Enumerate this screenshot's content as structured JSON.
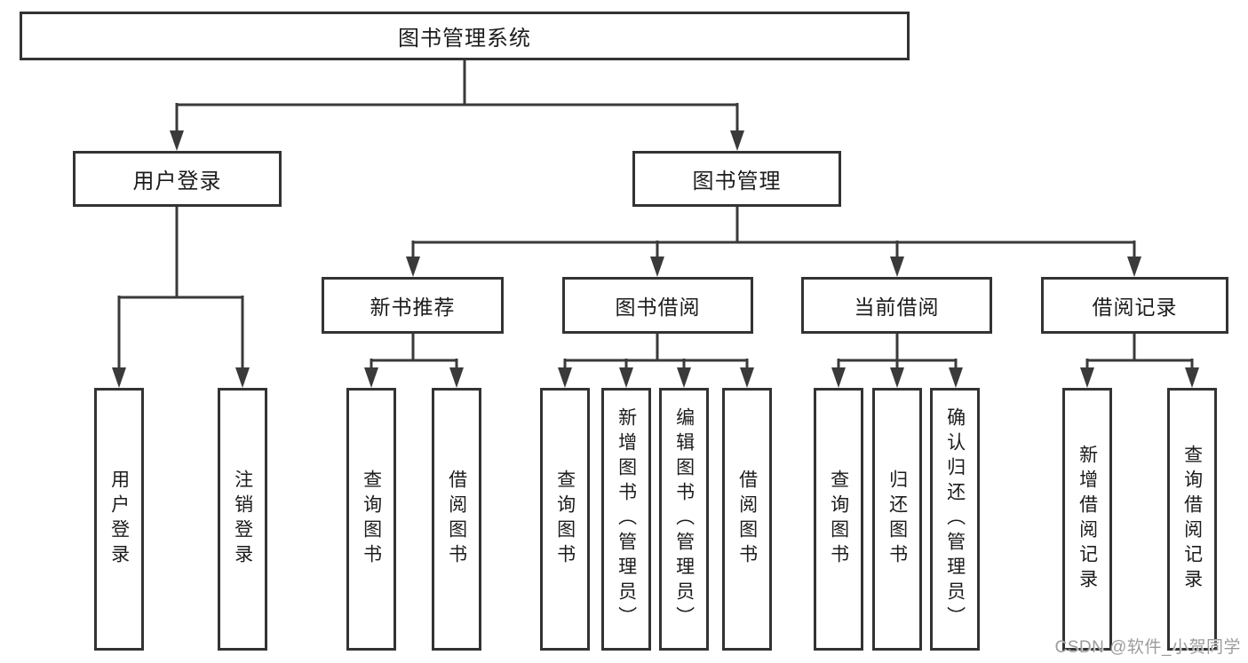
{
  "diagram": {
    "root": {
      "label": "图书管理系统"
    },
    "branches": [
      {
        "label": "用户登录",
        "children": [
          {
            "label": "用户登录"
          },
          {
            "label": "注销登录"
          }
        ]
      },
      {
        "label": "图书管理",
        "children": [
          {
            "label": "新书推荐",
            "children": [
              {
                "label": "查询图书"
              },
              {
                "label": "借阅图书"
              }
            ]
          },
          {
            "label": "图书借阅",
            "children": [
              {
                "label": "查询图书"
              },
              {
                "label": "新增图书（管理员）"
              },
              {
                "label": "编辑图书（管理员）"
              },
              {
                "label": "借阅图书"
              }
            ]
          },
          {
            "label": "当前借阅",
            "children": [
              {
                "label": "查询图书"
              },
              {
                "label": "归还图书"
              },
              {
                "label": "确认归还（管理员）"
              }
            ]
          },
          {
            "label": "借阅记录",
            "children": [
              {
                "label": "新增借阅记录"
              },
              {
                "label": "查询借阅记录"
              }
            ]
          }
        ]
      }
    ],
    "watermark": "CSDN @软件_小贺同学",
    "colors": {
      "line": "#3a3a3a",
      "border": "#333333",
      "text": "#1c1c1c",
      "watermark": "#9c9c9c",
      "background": "#ffffff"
    }
  }
}
